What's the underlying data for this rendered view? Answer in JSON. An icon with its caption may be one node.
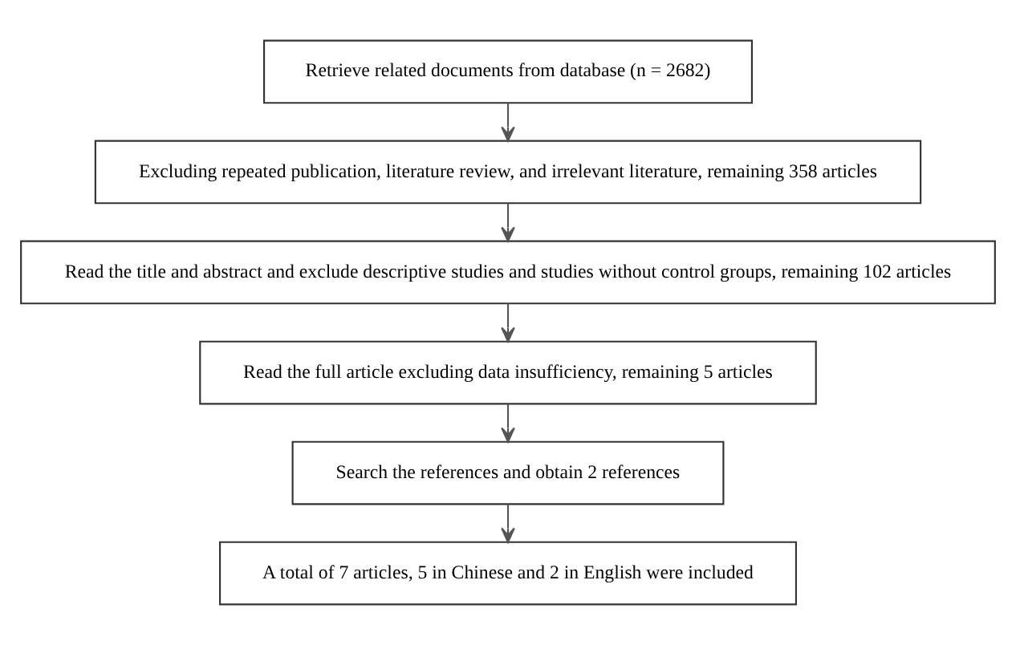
{
  "diagram": {
    "nodes": [
      {
        "text": [
          "Retrieve related documents from database (n = 2682)"
        ]
      },
      {
        "text": [
          "Excluding repeated publication, literature review, and irrelevant literature, remaining 358 articles"
        ]
      },
      {
        "text": [
          "Read the title and abstract and exclude descriptive studies and studies without control groups, remaining 102 articles"
        ]
      },
      {
        "text": [
          "Read the full article excluding data insufficiency, remaining 5 articles"
        ]
      },
      {
        "text": [
          "Search the references and obtain 2 references"
        ]
      },
      {
        "text": [
          "A total of 7 articles, 5 in Chinese and 2 in English were included"
        ]
      }
    ],
    "edges": [
      {
        "from": 0,
        "to": 1,
        "arrow": "to"
      },
      {
        "from": 1,
        "to": 2,
        "arrow": "to"
      },
      {
        "from": 2,
        "to": 3,
        "arrow": "to"
      },
      {
        "from": 3,
        "to": 4,
        "arrow": "to"
      },
      {
        "from": 4,
        "to": 5,
        "arrow": "to"
      }
    ]
  }
}
